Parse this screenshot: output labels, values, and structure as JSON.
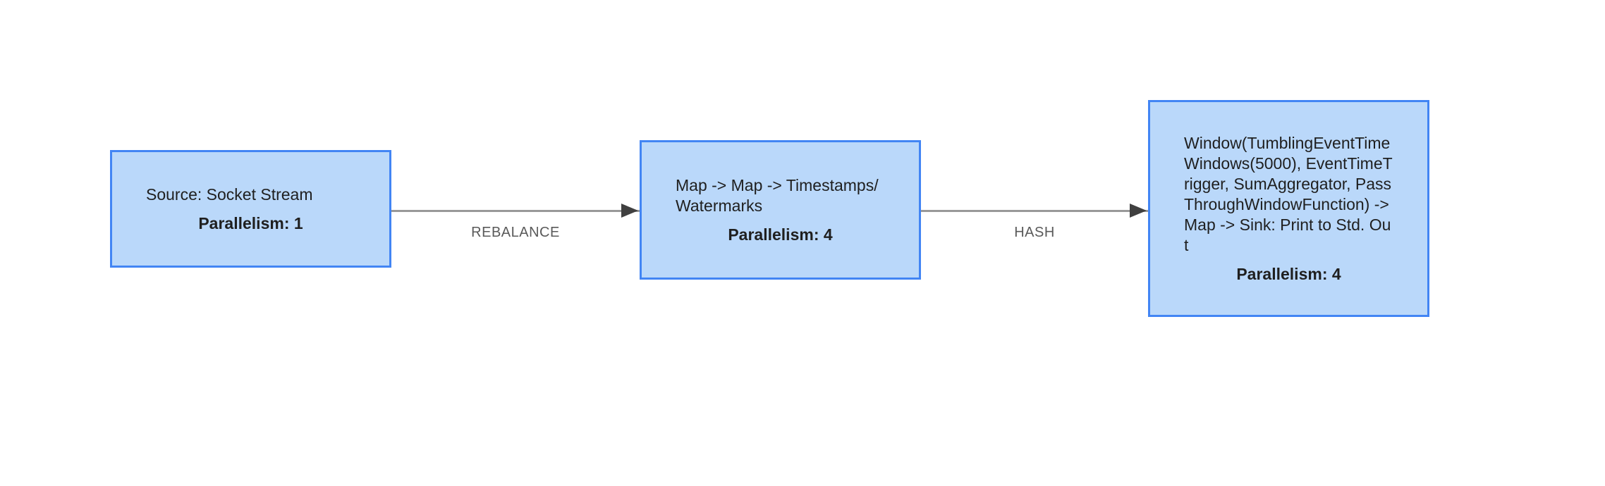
{
  "graph": {
    "nodes": [
      {
        "id": "source",
        "name": "Source: Socket Stream",
        "parallelism": "Parallelism: 1"
      },
      {
        "id": "map",
        "name": "Map -> Map -> Timestamps/Watermarks",
        "parallelism": "Parallelism: 4"
      },
      {
        "id": "window",
        "name": "Window(TumblingEventTimeWindows(5000), EventTimeTrigger, SumAggregator, PassThroughWindowFunction) -> Map -> Sink: Print to Std. Out",
        "parallelism": "Parallelism: 4"
      }
    ],
    "edges": [
      {
        "from": "source",
        "to": "map",
        "label": "REBALANCE"
      },
      {
        "from": "map",
        "to": "window",
        "label": "HASH"
      }
    ]
  },
  "colors": {
    "node-fill": "#bad8fa",
    "node-border": "#4285f4",
    "node-text": "#1f1f1f",
    "edge-line": "#999999",
    "edge-arrow": "#404040",
    "edge-label": "#5a5a5a",
    "canvas-bg": "#ffffff"
  }
}
